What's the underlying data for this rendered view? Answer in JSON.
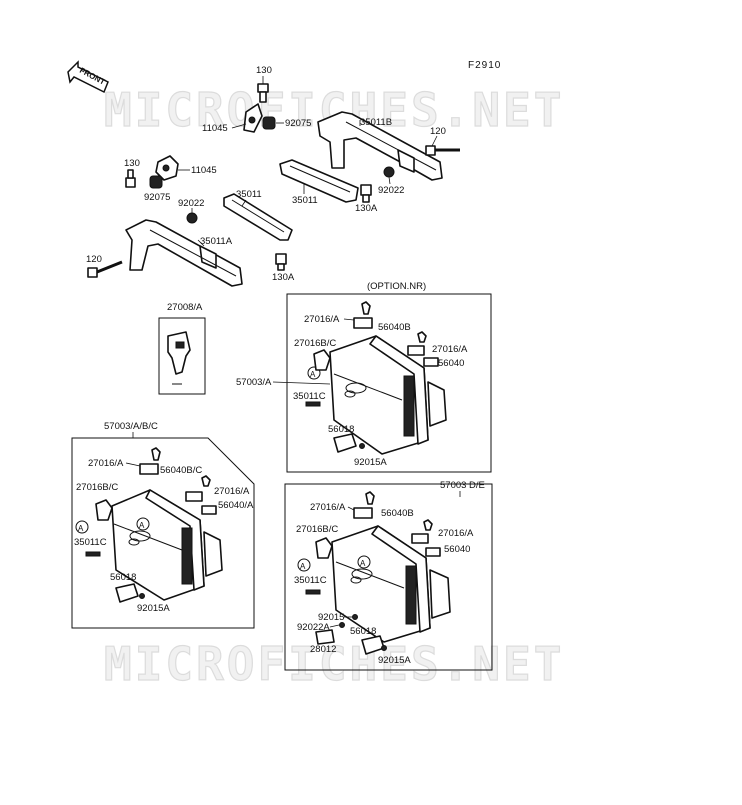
{
  "figure_code": "F2910",
  "front_marker": "FRONT",
  "watermark": "MICROFICHES.NET",
  "option_label": "(OPTION.NR)",
  "callout_letter": "A",
  "labels": {
    "l130_top": "130",
    "l11045_top": "11045",
    "l92075_top": "92075",
    "l35011b": "35011B",
    "l120_right": "120",
    "l130_left": "130",
    "l11045_left": "11045",
    "l92075_left": "92075",
    "l92022_left": "92022",
    "l35011_mid": "35011",
    "l35011_right": "35011",
    "l92022_right": "92022",
    "l130a_right": "130A",
    "l35011a": "35011A",
    "l120_left": "120",
    "l130a_bottom": "130A",
    "l27008": "27008/A",
    "r_27016a_1": "27016/A",
    "r_56040b": "56040B",
    "r_27016bc": "27016B/C",
    "r_27016a_2": "27016/A",
    "r_56040": "56040",
    "r_57003a": "57003/A",
    "r_35011c": "35011C",
    "r_56018": "56018",
    "r_92015a": "92015A",
    "l_57003abc": "57003/A/B/C",
    "l_27016a_1": "27016/A",
    "l_56040bc": "56040B/C",
    "l_27016bc": "27016B/C",
    "l_27016a_2": "27016/A",
    "l_56040a": "56040/A",
    "l_35011c": "35011C",
    "l_56018": "56018",
    "l_92015a": "92015A",
    "b_57003de": "57003 D/E",
    "b_27016a_1": "27016/A",
    "b_56040b": "56040B",
    "b_27016bc": "27016B/C",
    "b_27016a_2": "27016/A",
    "b_56040": "56040",
    "b_35011c": "35011C",
    "b_92015": "92015",
    "b_92022a": "92022A",
    "b_56018": "56018",
    "b_28012": "28012",
    "b_92015a": "92015A"
  }
}
